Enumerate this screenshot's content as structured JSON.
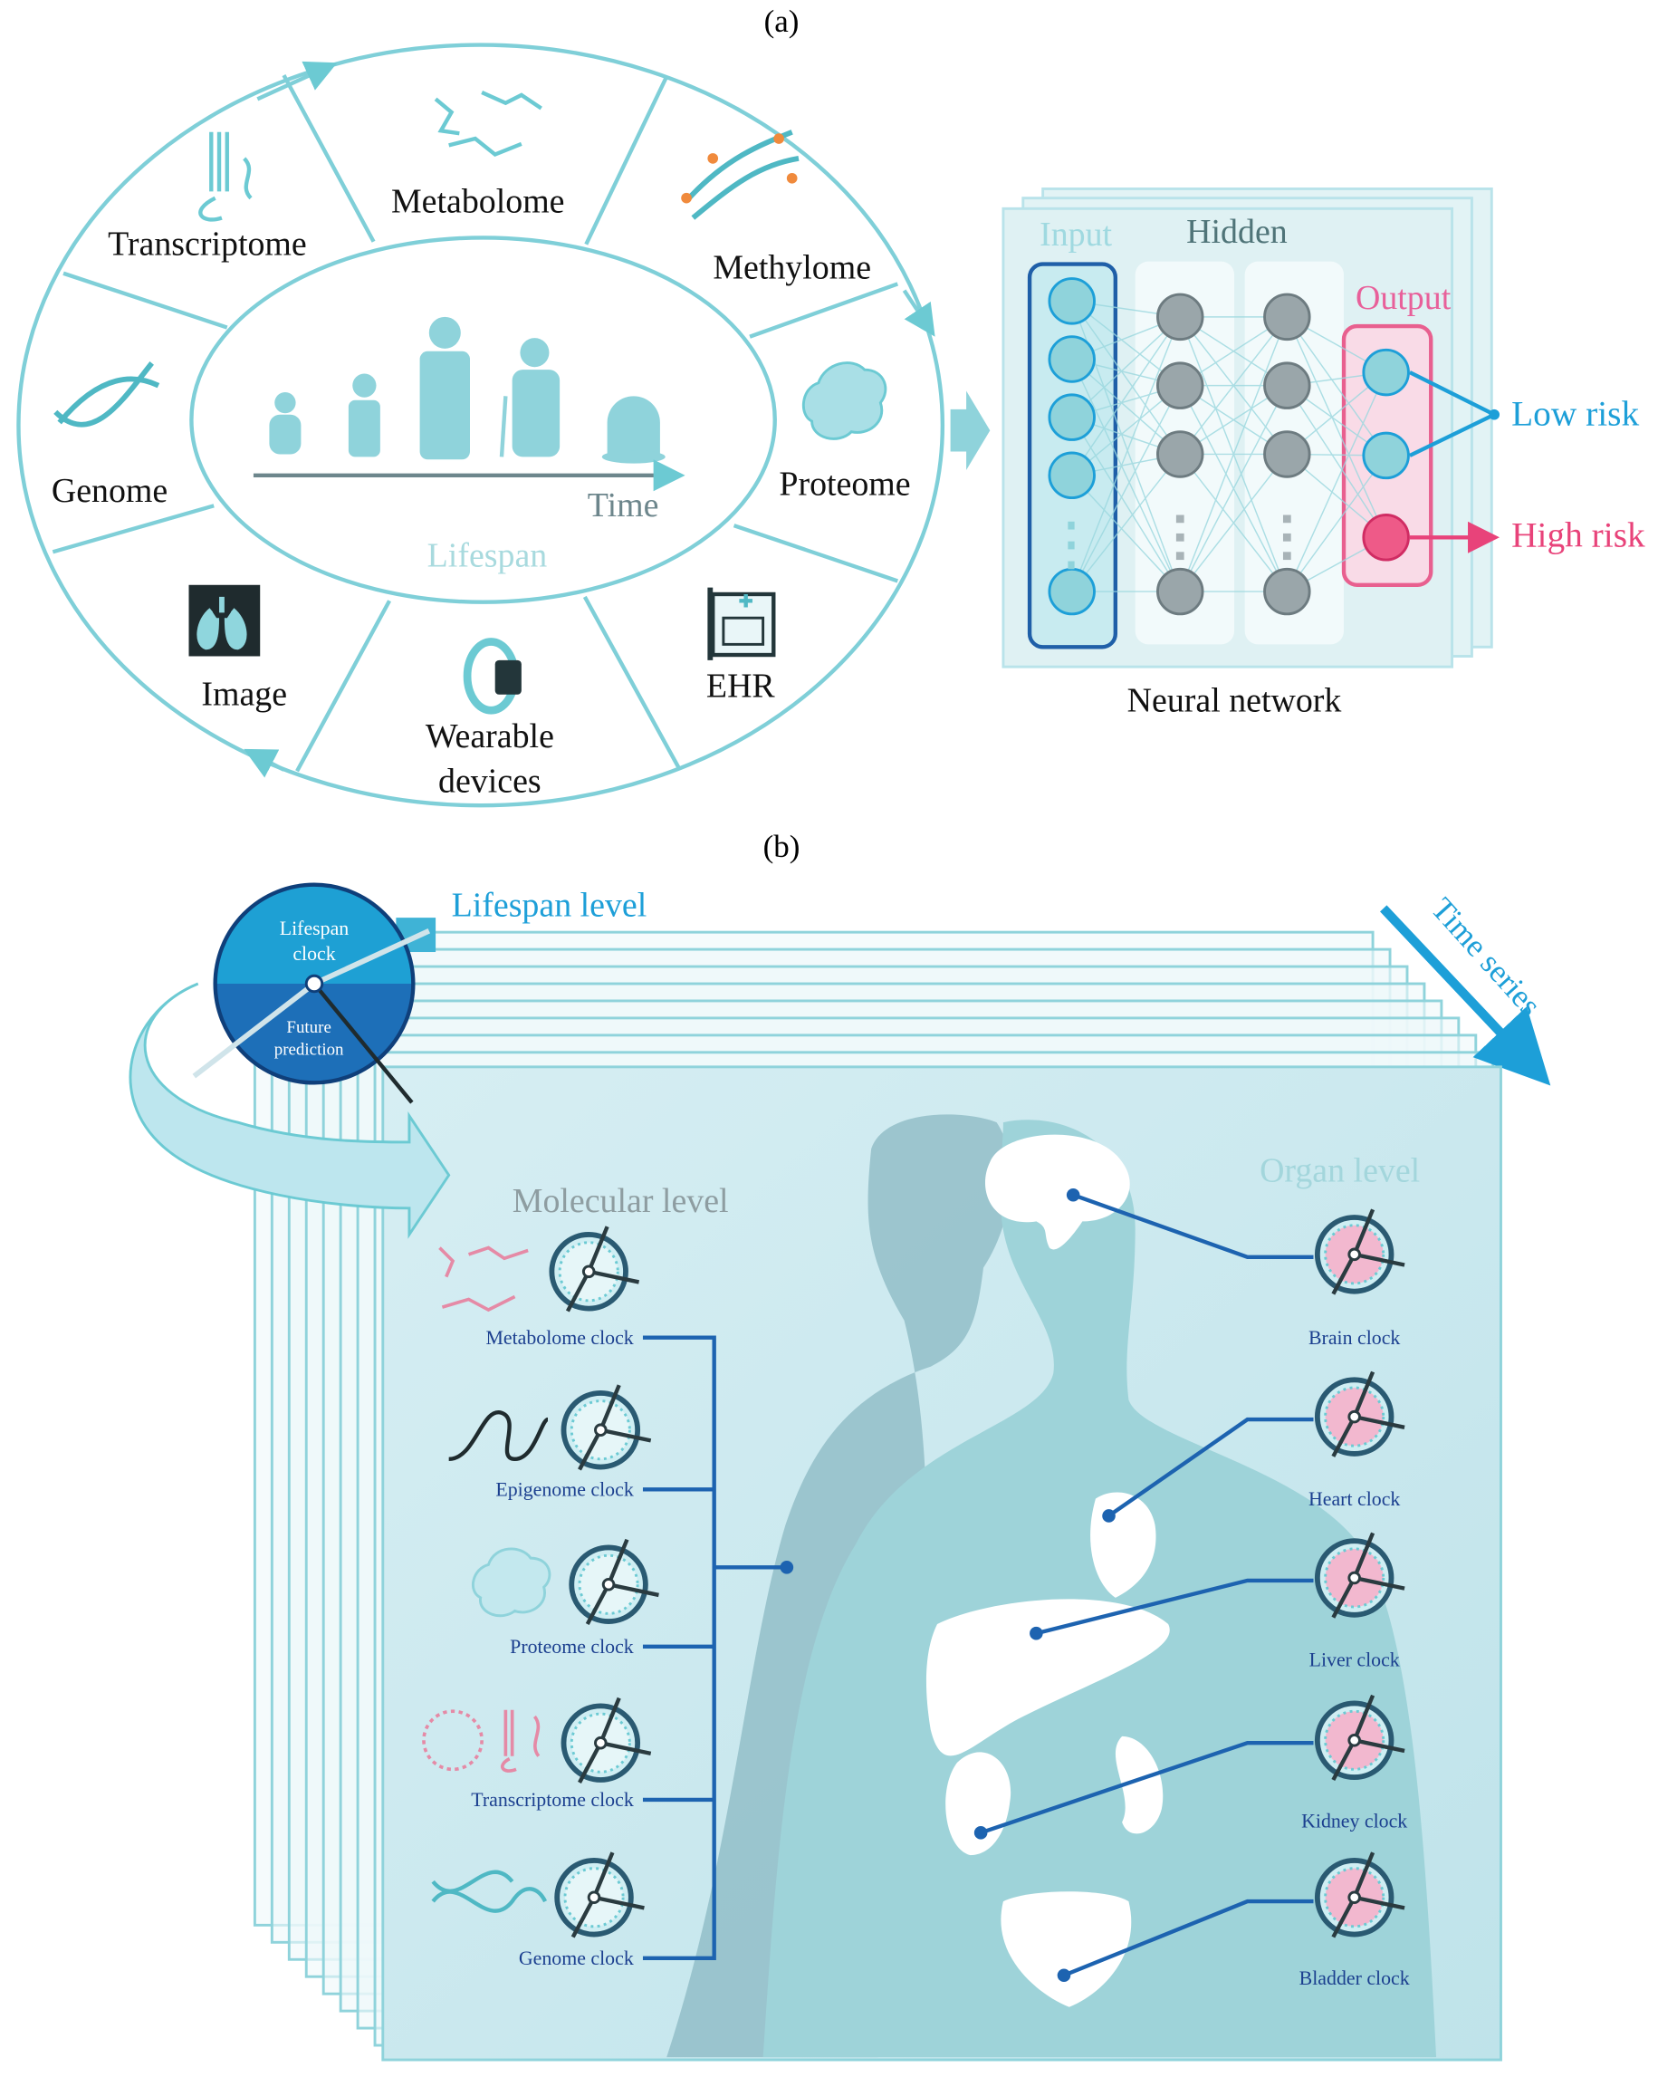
{
  "panel_a": {
    "label": "(a)",
    "ring_items": [
      "Metabolome",
      "Methylome",
      "Transcriptome",
      "Genome",
      "Proteome",
      "Image",
      "Wearable",
      "devices",
      "EHR"
    ],
    "center": {
      "time_label": "Time",
      "lifespan_label": "Lifespan"
    },
    "network": {
      "title": "Neural network",
      "input_label": "Input",
      "hidden_label": "Hidden",
      "output_label": "Output",
      "low_risk": "Low risk",
      "high_risk": "High risk"
    }
  },
  "panel_b": {
    "label": "(b)",
    "lifespan_level": "Lifespan level",
    "time_series": "Time series",
    "lifespan_clock": [
      "Lifespan",
      "clock"
    ],
    "future_prediction": [
      "Future",
      "prediction"
    ],
    "molecular_level": "Molecular level",
    "organ_level": "Organ level",
    "molecular_clocks": [
      "Metabolome clock",
      "Epigenome clock",
      "Proteome clock",
      "Transcriptome clock",
      "Genome clock"
    ],
    "organ_clocks": [
      "Brain clock",
      "Heart clock",
      "Liver clock",
      "Kidney clock",
      "Bladder clock"
    ]
  },
  "colors": {
    "teal": "#6ccad3",
    "blue": "#1d9fd8",
    "pink": "#e8437a",
    "navy": "#1b3f8f",
    "gray": "#8f9ca1"
  }
}
